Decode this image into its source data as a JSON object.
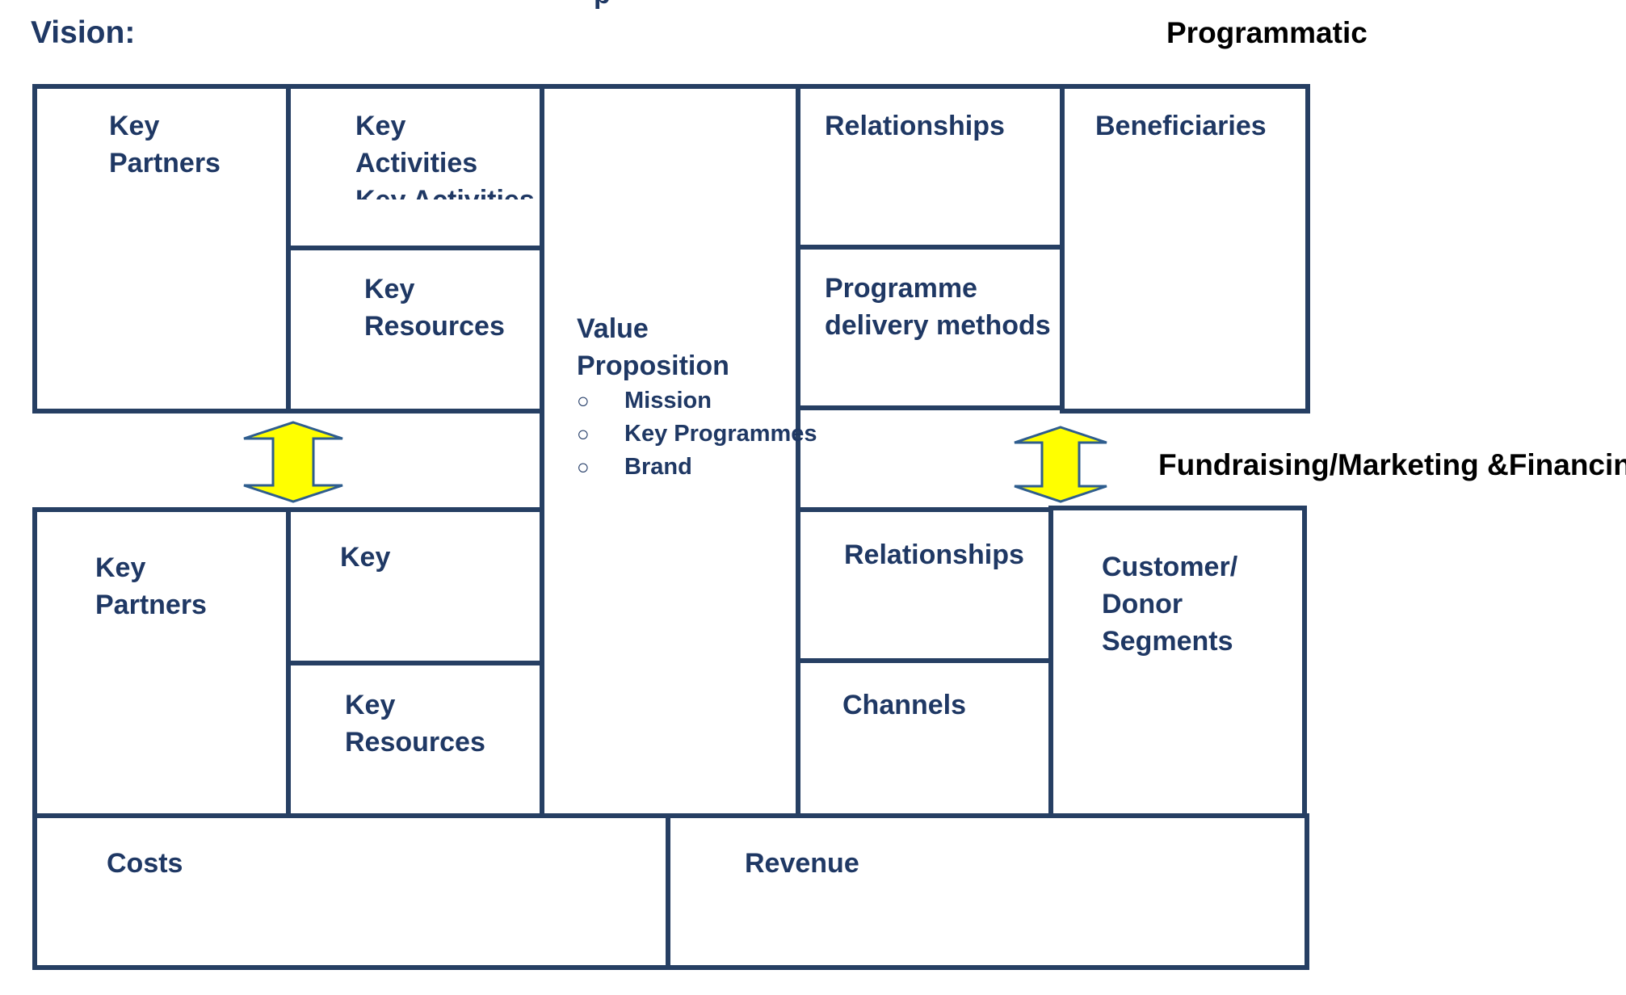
{
  "top_cutoff_text": "p",
  "vision_label": "Vision:",
  "programmatic_label": "Programmatic",
  "fundraising_label": "Fundraising/Marketing &Financin",
  "programmatic_section": {
    "key_partners": [
      "Key",
      "Partners"
    ],
    "key_activities": [
      "Key",
      "Activities",
      "Key Activities"
    ],
    "key_resources": [
      "Key",
      "Resources"
    ],
    "relationships": "Relationships",
    "programme_delivery_methods": [
      "Programme",
      "delivery methods"
    ],
    "beneficiaries": "Beneficiaries"
  },
  "value_proposition": {
    "title": [
      "Value",
      "Proposition"
    ],
    "bullet_glyph": "○",
    "bullets": [
      "Mission",
      "Key Programmes",
      "Brand"
    ]
  },
  "fundraising_section": {
    "key_partners": [
      "Key",
      "Partners"
    ],
    "key": "Key",
    "key_resources": [
      "Key",
      "Resources"
    ],
    "relationships": "Relationships",
    "channels": "Channels",
    "customer_donor_segments": [
      "Customer/",
      "Donor",
      "Segments"
    ]
  },
  "costs": "Costs",
  "revenue": "Revenue",
  "colors": {
    "border": "#263f63",
    "label_text": "#1f3864",
    "arrow_fill": "#ffff00",
    "arrow_stroke": "#2e5d8e"
  }
}
